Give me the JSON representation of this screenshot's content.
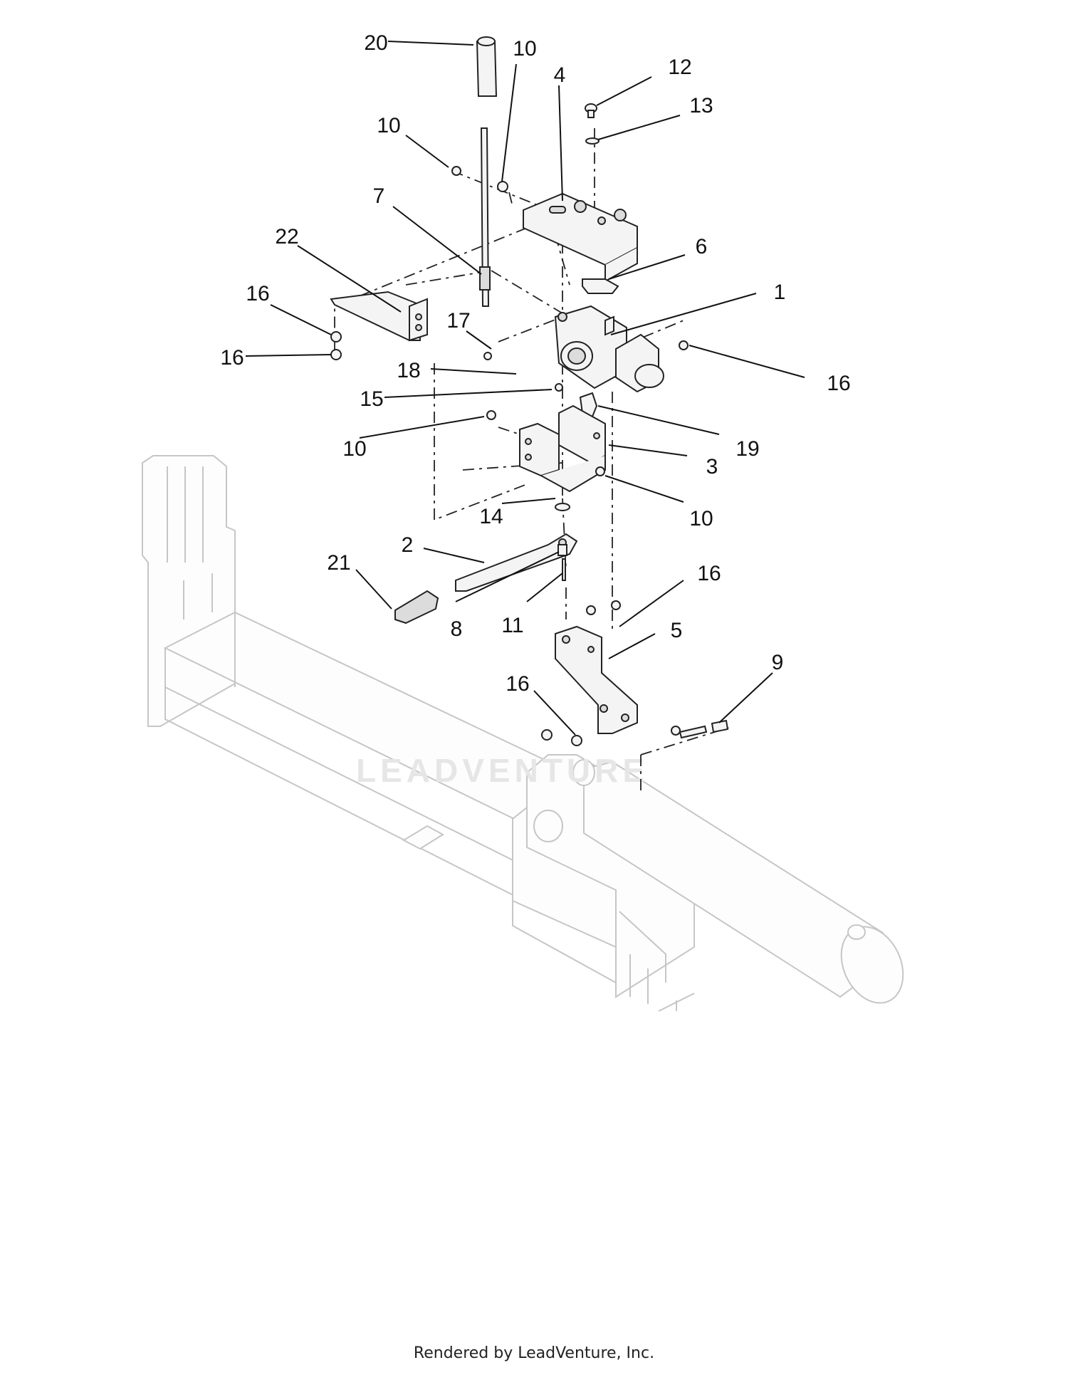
{
  "callouts": [
    {
      "label": "20"
    },
    {
      "label": "10"
    },
    {
      "label": "4"
    },
    {
      "label": "12"
    },
    {
      "label": "13"
    },
    {
      "label": "10"
    },
    {
      "label": "7"
    },
    {
      "label": "22"
    },
    {
      "label": "6"
    },
    {
      "label": "16"
    },
    {
      "label": "1"
    },
    {
      "label": "17"
    },
    {
      "label": "16"
    },
    {
      "label": "18"
    },
    {
      "label": "16"
    },
    {
      "label": "15"
    },
    {
      "label": "19"
    },
    {
      "label": "10"
    },
    {
      "label": "3"
    },
    {
      "label": "10"
    },
    {
      "label": "14"
    },
    {
      "label": "2"
    },
    {
      "label": "21"
    },
    {
      "label": "16"
    },
    {
      "label": "8"
    },
    {
      "label": "11"
    },
    {
      "label": "5"
    },
    {
      "label": "9"
    },
    {
      "label": "16"
    }
  ],
  "watermark": "LEADVENTURE",
  "footer": "Rendered by LeadVenture, Inc."
}
